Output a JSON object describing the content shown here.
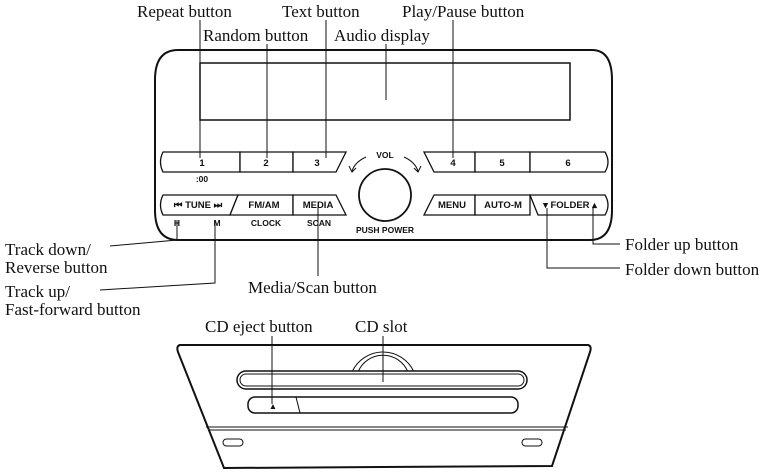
{
  "labels": {
    "repeat": "Repeat button",
    "random": "Random button",
    "text": "Text button",
    "audio_display": "Audio display",
    "play_pause": "Play/Pause button",
    "track_down_1": "Track down/",
    "track_down_2": "Reverse button",
    "track_up_1": "Track up/",
    "track_up_2": "Fast-forward button",
    "media_scan": "Media/Scan button",
    "folder_up": "Folder up button",
    "folder_down": "Folder down button",
    "cd_eject": "CD eject button",
    "cd_slot": "CD slot"
  },
  "panel": {
    "presets": [
      "1",
      "2",
      "3",
      "4",
      "5",
      "6"
    ],
    "clock_sub": ":00",
    "tune": "⏮ TUNE ⏭",
    "fmam": "FM/AM",
    "media": "MEDIA",
    "menu": "MENU",
    "autom": "AUTO-M",
    "folder": "▾ FOLDER ▴",
    "h": "H",
    "m": "M",
    "clock": "CLOCK",
    "scan": "SCAN",
    "vol": "VOL",
    "push_power": "PUSH POWER",
    "eject_symbol": "▲"
  }
}
